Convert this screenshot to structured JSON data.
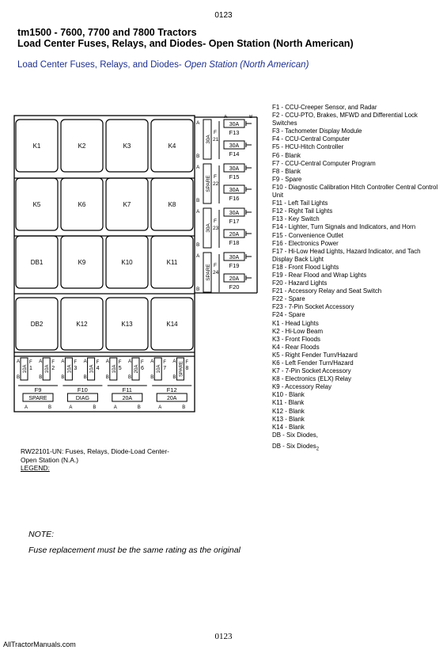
{
  "page_number_top": "0123",
  "title_line1": "tm1500 - 7600, 7700 and 7800 Tractors",
  "title_line2": "Load Center Fuses, Relays, and Diodes- Open Station (North American)",
  "section_heading_main": "Load Center Fuses, Relays, and Diodes-",
  "section_heading_sub": "Open Station (North American)",
  "diagram": {
    "relays_row1": [
      "K1",
      "K2",
      "K3",
      "K4"
    ],
    "relays_row2": [
      "K5",
      "K6",
      "K7",
      "K8"
    ],
    "relays_row3": [
      "DB1",
      "K9",
      "K10",
      "K11"
    ],
    "relays_row4": [
      "DB2",
      "K12",
      "K13",
      "K14"
    ],
    "side_ab": [
      "A",
      "B"
    ],
    "side_groups": [
      {
        "vertical": "30A",
        "num_top": "F",
        "num_mid": "21",
        "fuses": [
          "F13",
          "F14"
        ],
        "ratings": [
          "30A",
          "30A"
        ]
      },
      {
        "vertical": "SPARE",
        "num_top": "F",
        "num_mid": "22",
        "fuses": [
          "F15",
          "F16"
        ],
        "ratings": [
          "30A",
          "30A"
        ]
      },
      {
        "vertical": "30A",
        "num_top": "F",
        "num_mid": "23",
        "fuses": [
          "F17",
          "F18"
        ],
        "ratings": [
          "30A",
          "20A"
        ]
      },
      {
        "vertical": "SPARE",
        "num_top": "F",
        "num_mid": "24",
        "fuses": [
          "F19",
          "F20"
        ],
        "ratings": [
          "30A",
          "20A"
        ]
      }
    ],
    "bottom_fuses": [
      {
        "rating": "10A",
        "fnum": "1"
      },
      {
        "rating": "10A",
        "fnum": "2"
      },
      {
        "rating": "10A",
        "fnum": "3"
      },
      {
        "rating": "10A",
        "fnum": "4"
      },
      {
        "rating": "10A",
        "fnum": "5"
      },
      {
        "rating": "20A",
        "fnum": "6"
      },
      {
        "rating": "10A",
        "fnum": "7"
      },
      {
        "rating": "SPARE",
        "fnum": "8"
      }
    ],
    "bottom_group_labels": [
      "F9",
      "F10",
      "F11",
      "F12"
    ],
    "bottom_group_values": [
      "SPARE",
      "DIAG",
      "20A",
      "20A"
    ],
    "bottom_ab": [
      "A",
      "B"
    ]
  },
  "legend": [
    "F1 - CCU-Creeper Sensor, and Radar",
    "F2 - CCU-PTO, Brakes, MFWD and Differential Lock Switches",
    "F3 - Tachometer Display Module",
    "F4 - CCU-Central Computer",
    "F5 - HCU-Hitch Controller",
    "F6 - Blank",
    "F7 - CCU-Central Computer Program",
    "F8 - Blank",
    "F9 - Spare",
    "F10 - Diagnostic Calibration Hitch Controller Central Control Unit",
    "F11 - Left Tail Lights",
    "F12 - Right Tail Lights",
    "F13 - Key Switch",
    "F14 - Lighter, Turn Signals and Indicators, and Horn",
    "F15 - Convenience Outlet",
    "F16 - Electronics Power",
    "F17 - Hi-Low Head Lights, Hazard Indicator, and Tach Display Back Light",
    "F18 - Front Flood Lights",
    "F19 - Rear Flood and Wrap Lights",
    "F20 - Hazard Lights",
    "F21 - Accessory Relay and Seat Switch",
    "F22 - Spare",
    "F23 - 7-Pin Socket Accessory",
    "F24 - Spare",
    "K1 - Head Lights",
    "K2 - Hi-Low Beam",
    "K3 - Front Floods",
    "K4 - Rear Floods",
    "K5 - Right Fender Turn/Hazard",
    "K6 - Left Fender Turn/Hazard",
    "K7 - 7-Pin Socket Accessory",
    "K8 - Electronics (ELX) Relay",
    "K9 - Accessory Relay",
    "K10 - Blank",
    "K11 - Blank",
    "K12 - Blank",
    "K13 - Blank",
    "K14 - Blank",
    "DB - Six Diodes,",
    "DB - Six Diodes"
  ],
  "legend_last_subscript": "2",
  "caption_line1": "RW22101-UN: Fuses, Relays, Diode-Load Center-",
  "caption_line2": "Open Station (N.A.)",
  "caption_legend": "LEGEND:",
  "note_heading": "NOTE:",
  "note_text": "Fuse replacement must be the same rating as the original",
  "page_number_bottom": "0123",
  "footer_site": "AllTractorManuals.com"
}
